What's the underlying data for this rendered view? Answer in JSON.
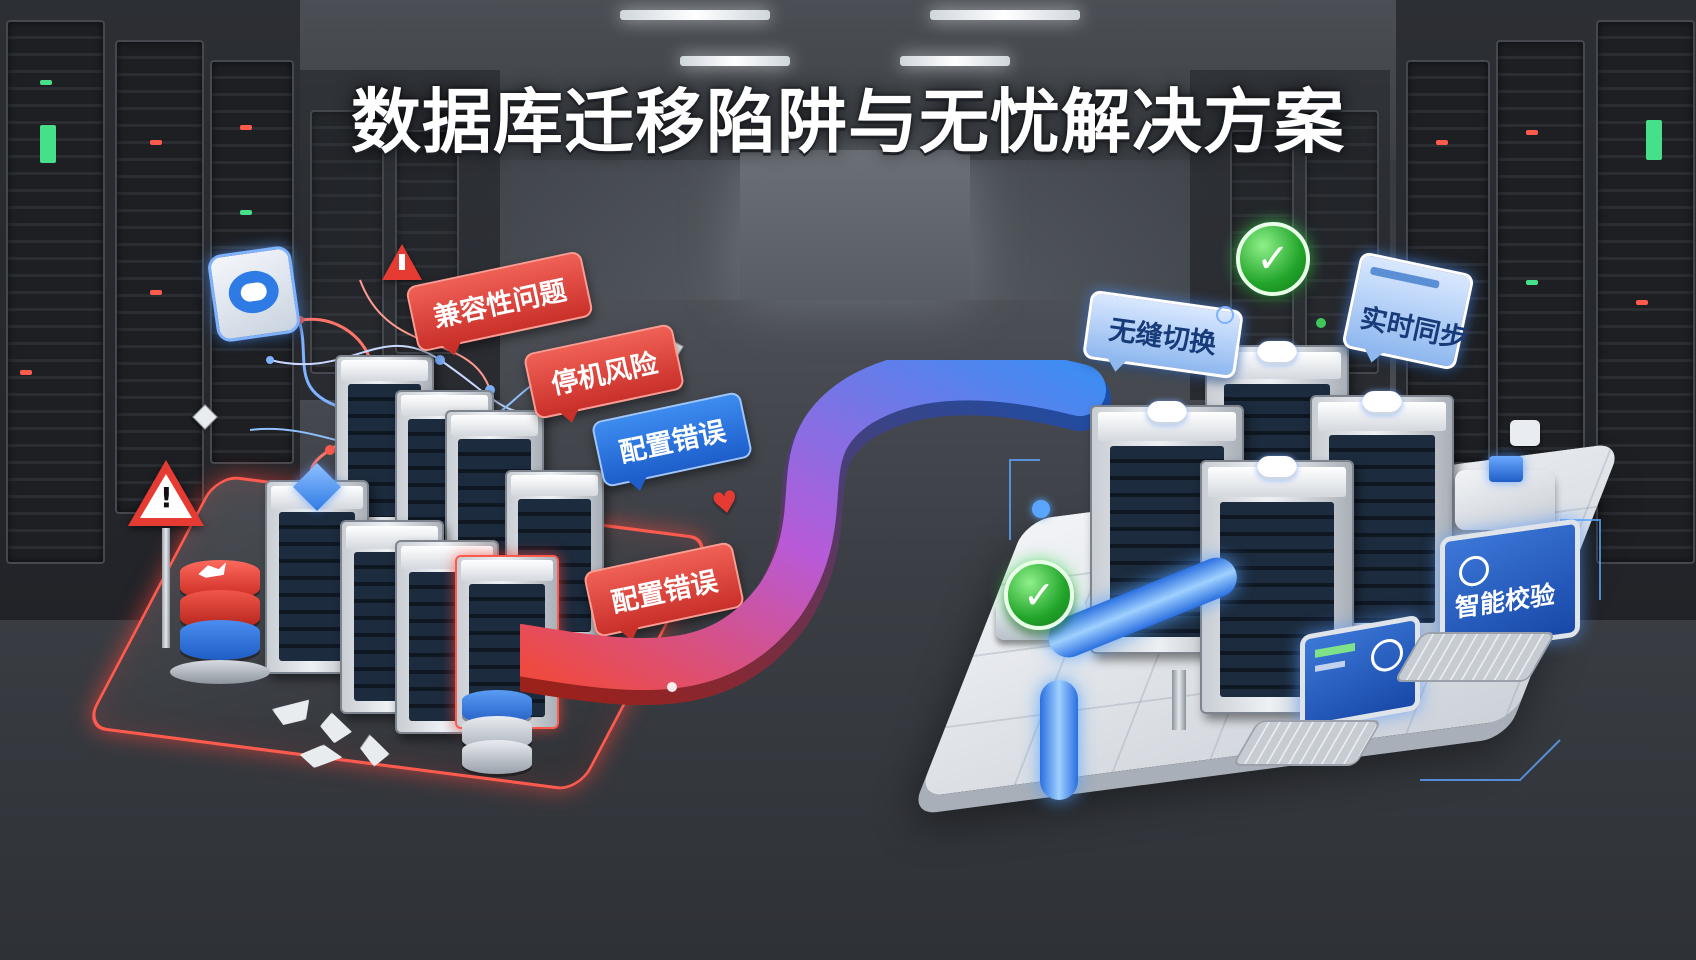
{
  "title": "数据库迁移陷阱与无忧解决方案",
  "left_labels": {
    "compat": "兼容性问题",
    "downtime": "停机风险",
    "config_a": "配置错误",
    "config_b": "配置错误"
  },
  "right_labels": {
    "seamless": "无缝切换",
    "realtime": "实时同步",
    "smart_check": "智能校验"
  },
  "icons": {
    "left": [
      "cloud-sync-icon",
      "warning-icon",
      "database-icon",
      "broken-database-icon",
      "heart-icon"
    ],
    "right": [
      "check-icon",
      "cloud-icon",
      "pipe-icon",
      "laptop-icon"
    ]
  },
  "colors": {
    "danger": "#e63b32",
    "safe_blue": "#2f7be6",
    "success_green": "#2bb33a",
    "title": "#ffffff"
  }
}
